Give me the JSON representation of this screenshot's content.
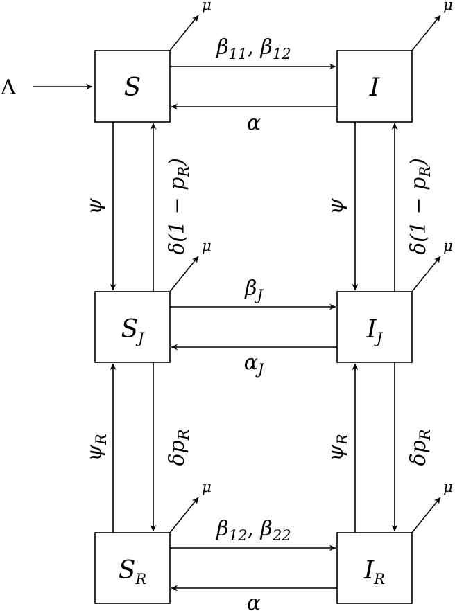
{
  "nodes": {
    "S": {
      "main": "S",
      "sub": ""
    },
    "I": {
      "main": "I",
      "sub": ""
    },
    "S_J": {
      "main": "S",
      "sub": "J"
    },
    "I_J": {
      "main": "I",
      "sub": "J"
    },
    "S_R": {
      "main": "S",
      "sub": "R"
    },
    "I_R": {
      "main": "I",
      "sub": "R"
    }
  },
  "inflow": {
    "label": "Λ"
  },
  "mortality": {
    "label": "μ"
  },
  "edges": {
    "S_to_I": {
      "main": "β",
      "sub1": "11",
      "sep": ", ",
      "main2": "β",
      "sub2": "12"
    },
    "I_to_S": {
      "label": "α"
    },
    "S_to_SJ": {
      "label": "ψ"
    },
    "SJ_to_S": {
      "label": "δ(1 − p",
      "sub": "R",
      "close": ")"
    },
    "I_to_IJ": {
      "label": "ψ"
    },
    "IJ_to_I": {
      "label": "δ(1 − p",
      "sub": "R",
      "close": ")"
    },
    "SJ_to_IJ": {
      "main": "β",
      "sub": "J"
    },
    "IJ_to_SJ": {
      "main": "α",
      "sub": "J"
    },
    "SR_to_SJ": {
      "main": "ψ",
      "sub": "R"
    },
    "SJ_to_SR": {
      "main": "δp",
      "sub": "R"
    },
    "IR_to_IJ": {
      "main": "ψ",
      "sub": "R"
    },
    "IJ_to_IR": {
      "main": "δp",
      "sub": "R"
    },
    "SR_to_IR": {
      "main": "β",
      "sub1": "12",
      "sep": ", ",
      "main2": "β",
      "sub2": "22"
    },
    "IR_to_SR": {
      "label": "α"
    }
  }
}
